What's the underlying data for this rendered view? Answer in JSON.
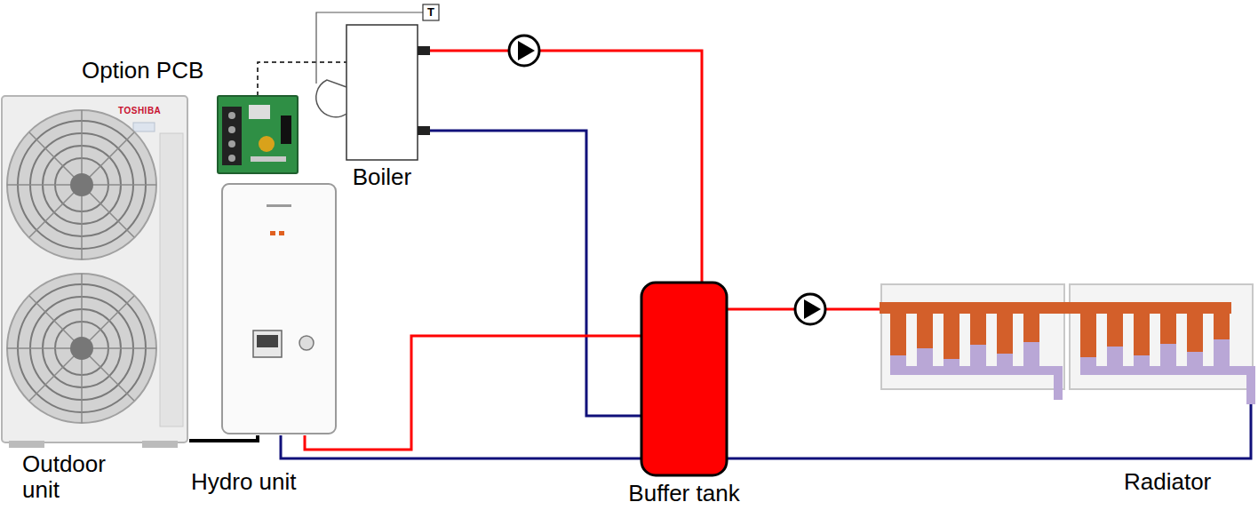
{
  "diagram": {
    "nodes": [
      {
        "text": [
          "Option PCB"
        ]
      },
      {
        "text": [
          "Boiler"
        ]
      },
      {
        "text": [
          "Outdoor unit"
        ]
      },
      {
        "text": [
          "Hydro unit"
        ]
      },
      {
        "text": [
          "Buffer tank"
        ]
      },
      {
        "text": [
          "Radiator"
        ]
      }
    ],
    "edges": [
      {
        "from": 0,
        "to": 1,
        "arrow": "none"
      },
      {
        "from": 1,
        "to": 4,
        "arrow": "none"
      },
      {
        "from": 1,
        "to": 4,
        "arrow": "none"
      },
      {
        "from": 2,
        "to": 3,
        "arrow": "none"
      },
      {
        "from": 3,
        "to": 4,
        "arrow": "none"
      },
      {
        "from": 3,
        "to": 4,
        "arrow": "none"
      },
      {
        "from": 4,
        "to": 5,
        "arrow": "none"
      },
      {
        "from": 4,
        "to": 5,
        "arrow": "none"
      }
    ],
    "labels": [
      "TOSHIBA",
      "T"
    ]
  }
}
